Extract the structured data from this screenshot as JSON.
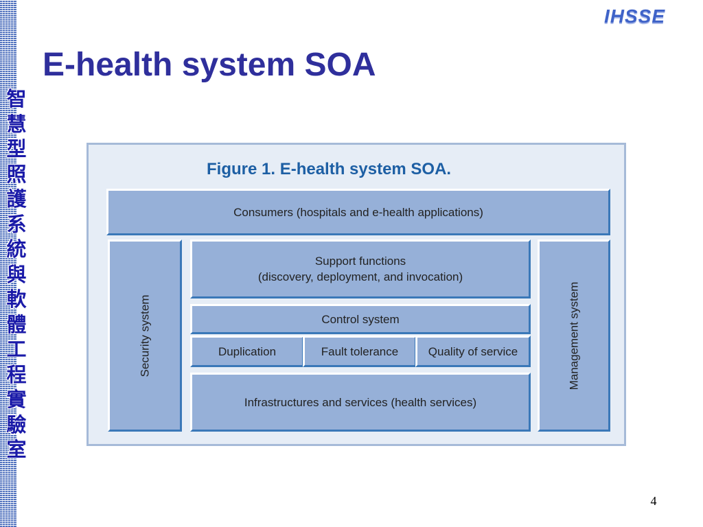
{
  "slide": {
    "title": "E-health system SOA",
    "logo_text": "IHSSE",
    "page_number": "4",
    "lab_name_chars": [
      "智",
      "慧",
      "型",
      "照",
      "護",
      "系",
      "統",
      "與",
      "軟",
      "體",
      "工",
      "程",
      "實",
      "驗",
      "室"
    ]
  },
  "figure": {
    "caption": "Figure 1. E-health system SOA.",
    "consumers": "Consumers (hospitals and e-health applications)",
    "security": "Security system",
    "management": "Management system",
    "support_line1": "Support functions",
    "support_line2": "(discovery, deployment, and invocation)",
    "control": "Control system",
    "duplication": "Duplication",
    "fault_tolerance": "Fault tolerance",
    "qos": "Quality of service",
    "infrastructure": "Infrastructures and services (health services)"
  },
  "colors": {
    "title": "#2f2f9c",
    "caption": "#1d5fa4",
    "block_fill": "#96b0d8",
    "block_shadow": "#3a78b8",
    "figure_bg": "#e6edf6"
  }
}
